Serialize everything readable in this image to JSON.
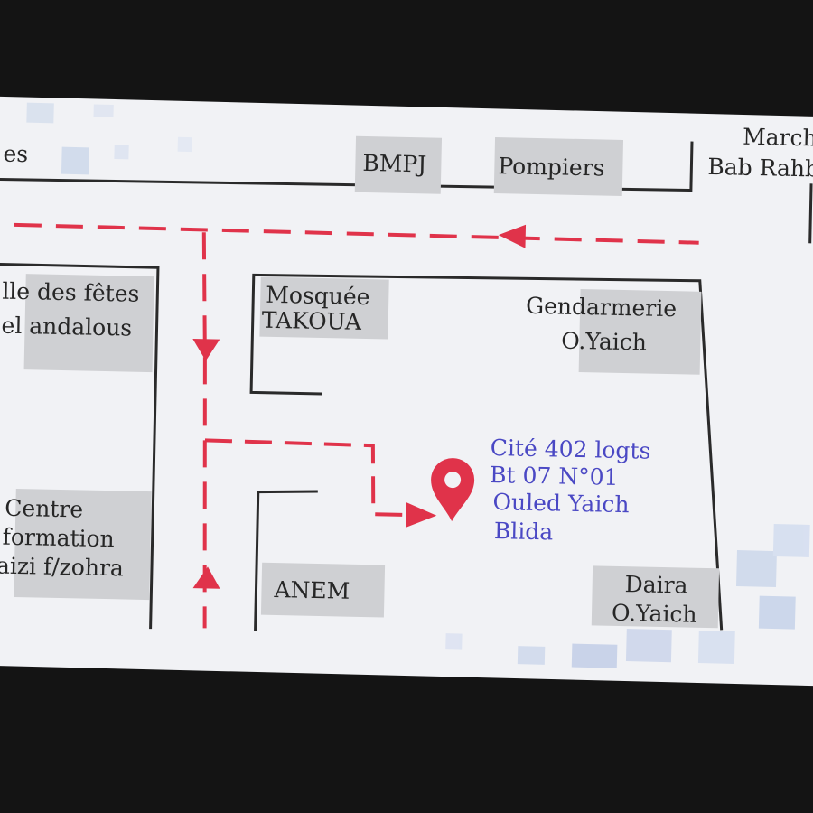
{
  "colors": {
    "route": "#e0334a",
    "pin": "#e0334a",
    "address_text": "#4a48c4",
    "label_text": "#262626",
    "label_box": "#cfd0d3",
    "wall": "#2a2a2a"
  },
  "labels": {
    "salle_line1": "lle des fêtes",
    "salle_line2": "el andalous",
    "es": "es",
    "bmpj": "BMPJ",
    "pompiers": "Pompiers",
    "marche_line1": "March",
    "marche_line2": "Bab Rahb",
    "mosquee_line1": "Mosquée",
    "mosquee_line2": "TAKOUA",
    "gendarmerie_line1": "Gendarmerie",
    "gendarmerie_line2": "O.Yaich",
    "centre_line1": "Centre",
    "centre_line2": "formation",
    "centre_line3": "aizi f/zohra",
    "anem": "ANEM",
    "daira_line1": "Daira",
    "daira_line2": "O.Yaich"
  },
  "address": {
    "line1": "Cité 402 logts",
    "line2": "Bt 07 N°01",
    "line3": "Ouled Yaich",
    "line4": "Blida"
  },
  "icons": {
    "pin": "location-pin-icon",
    "arrows": "route-arrow-icon"
  }
}
